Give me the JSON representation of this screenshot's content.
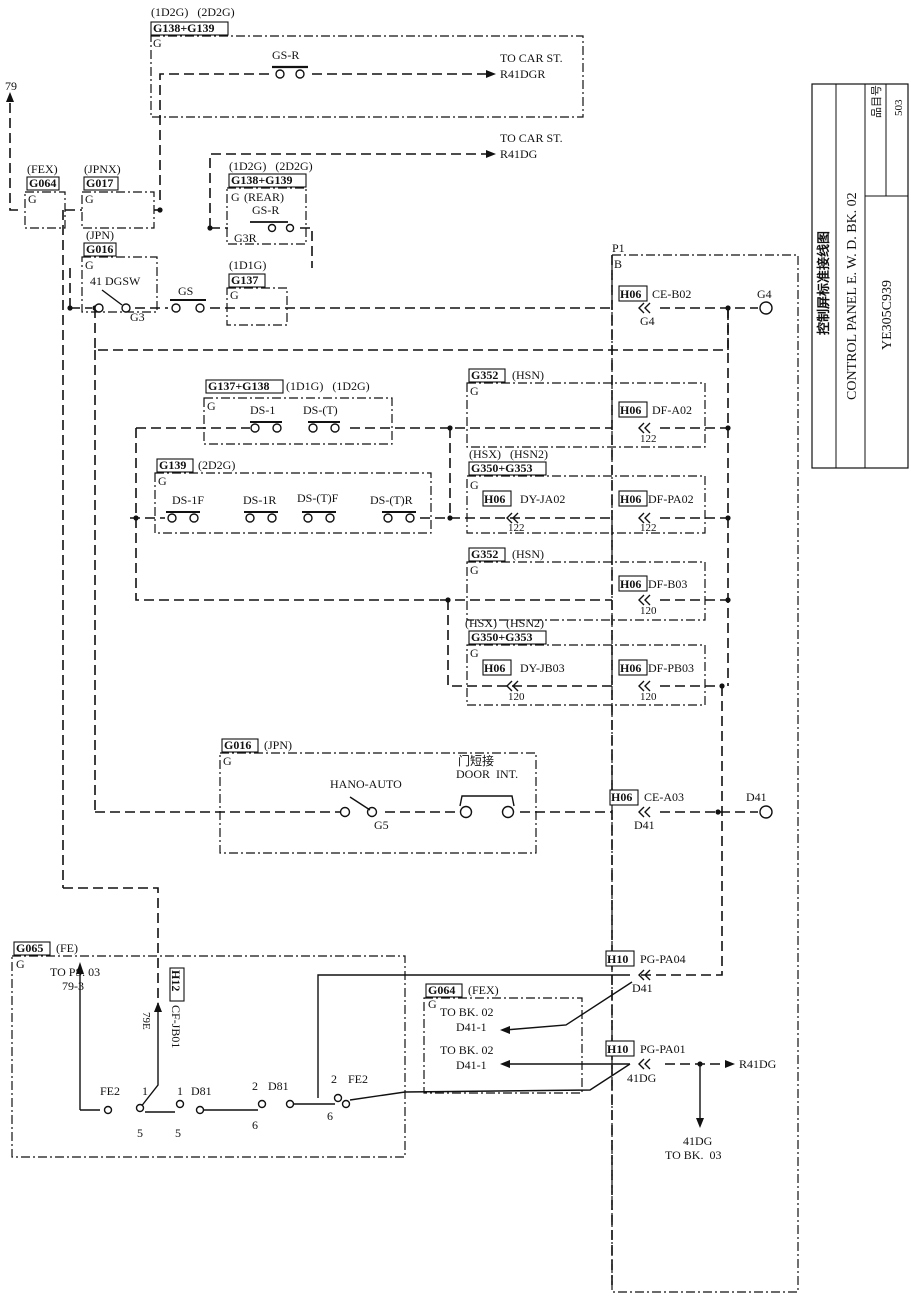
{
  "title_block": {
    "cn_title": "控制屏标准接线图",
    "en_title": "CONTROL PANEL E. W. D. BK. 02",
    "drawing_no": "YE305C939",
    "item_label": "品目号",
    "item_no": "503"
  },
  "left_arrow": "79",
  "rear_group": {
    "top_codes": "(1D2G)   (2D2G)",
    "group_box": "G138+G139",
    "box_letter": "G",
    "switch": "GS-R",
    "to_car_1": "TO  CAR ST.",
    "car_wire_1": "R41DGR"
  },
  "car_st": {
    "to_car_2": "TO  CAR ST.",
    "car_wire_2": "R41DG"
  },
  "gate_groups": {
    "fex_code": "(FEX)",
    "g064": "G064",
    "g064_letter": "G",
    "jpnx_code": "(JPNX)",
    "g017": "G017",
    "g017_letter": "G",
    "jpn_code": "(JPN)",
    "g016": "G016",
    "g016_letter": "G",
    "dgsw": "41 DGSW",
    "g3": "G3",
    "gs": "GS",
    "rear_codes": "(1D2G)   (2D2G)",
    "g138_139": "G138+G139",
    "rear_g": "G",
    "rear": "(REAR)",
    "gsr": "GS-R",
    "g3r": "G3R",
    "d1g_code": "(1D1G)",
    "g137": "G137",
    "g137_letter": "G"
  },
  "panel_p1": {
    "p1": "P1",
    "b": "B",
    "ce_b02_tag": "H06",
    "ce_b02": "CE-B02",
    "g4_under": "G4",
    "g4_end": "G4"
  },
  "door_switch": {
    "g137_138": "G137+G138",
    "g137_138_codes": "(1D1G)   (1D2G)",
    "box_letter": "G",
    "ds1": "DS-1",
    "dst": "DS-(T)",
    "g139": "G139",
    "g139_code": "(2D2G)",
    "g139_letter": "G",
    "ds1f": "DS-1F",
    "ds1r": "DS-1R",
    "dstf": "DS-(T)F",
    "dstr": "DS-(T)R"
  },
  "hsn_blocks": {
    "g352_a": "G352",
    "g352_a_code": "(HSN)",
    "g352_a_letter": "G",
    "df_a02_tag": "H06",
    "df_a02": "DF-A02",
    "num_122_a": "122",
    "hsx_a": "(HSX)   (HSN2)",
    "g350_a": "G350+G353",
    "g350_a_letter": "G",
    "dy_ja02_tag": "H06",
    "dy_ja02": "DY-JA02",
    "df_pa02_tag": "H06",
    "df_pa02": "DF-PA02",
    "num_122_b": "122",
    "num_122_c": "122",
    "g352_b": "G352",
    "g352_b_code": "(HSN)",
    "g352_b_letter": "G",
    "df_b03_tag": "H06",
    "df_b03": "DF-B03",
    "num_120_a": "120",
    "hsx_b": "(HSX)   (HSN2)",
    "g350_b": "G350+G353",
    "g350_b_letter": "G",
    "dy_jb03_tag": "H06",
    "dy_jb03": "DY-JB03",
    "df_pb03_tag": "H06",
    "df_pb03": "DF-PB03",
    "num_120_b": "120",
    "num_120_c": "120"
  },
  "door_int": {
    "g016": "G016",
    "code": "(JPN)",
    "letter": "G",
    "hano": "HANO-AUTO",
    "g5": "G5",
    "cn_label": "门短接",
    "door_int": "DOOR  INT.",
    "ce_a03_tag": "H06",
    "ce_a03": "CE-A03",
    "d41_under": "D41",
    "d41_end": "D41"
  },
  "fe_block": {
    "g065": "G065",
    "code": "(FE)",
    "letter": "G",
    "to_ps": "TO PS. 03",
    "ps_wire": "79-3",
    "h12": "H12",
    "cf_jb01": "CF-JB01",
    "w79e": "79E",
    "fe2_a": "FE2",
    "n1_a": "1",
    "n1_b": "1",
    "d81_a": "D81",
    "n2_a": "2",
    "d81_b": "D81",
    "n2_b": "2",
    "fe2_b": "FE2",
    "n5_a": "5",
    "n5_b": "5",
    "n6_a": "6",
    "n6_b": "6"
  },
  "bk02": {
    "g064": "G064",
    "code": "(FEX)",
    "letter": "G",
    "to_bk_1": "TO BK. 02",
    "d41_1a": "D41-1",
    "to_bk_2": "TO BK. 02",
    "d41_1b": "D41-1",
    "pg_pa04_tag": "H10",
    "pg_pa04": "PG-PA04",
    "d41_c": "D41",
    "pg_pa01_tag": "H10",
    "pg_pa01": "PG-PA01",
    "w41dg": "41DG",
    "r41dg": "R41DG",
    "bottom_41dg": "41DG",
    "to_bk03": "TO BK.  03"
  }
}
